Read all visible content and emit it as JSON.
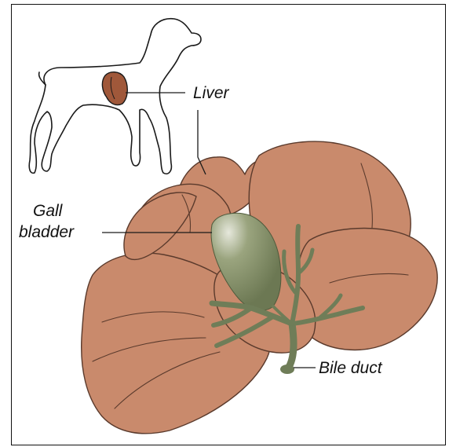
{
  "labels": {
    "liver": "Liver",
    "gall_bladder_line1": "Gall",
    "gall_bladder_line2": "bladder",
    "bile_duct": "Bile duct"
  },
  "colors": {
    "liver": "#c98a6c",
    "liver_stroke": "#5a3a2c",
    "gall_bladder": "#7d8a62",
    "duct": "#6f7d58",
    "dog_outline": "#1a1a1a",
    "dog_liver": "#a0583a"
  }
}
